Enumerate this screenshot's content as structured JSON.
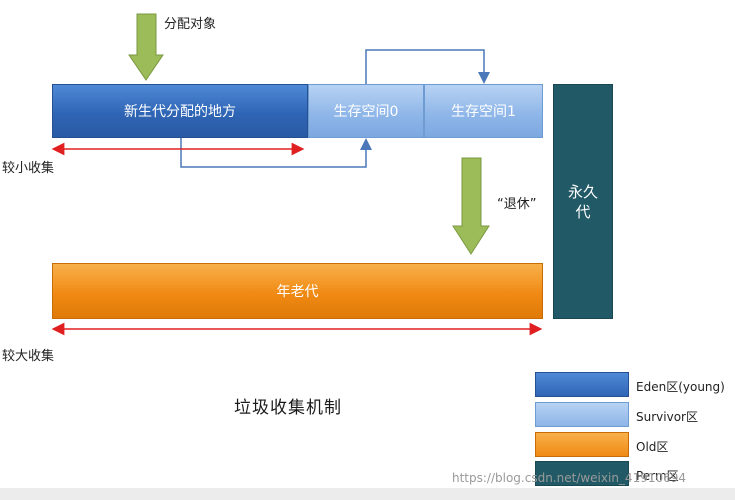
{
  "allocate_label": "分配对象",
  "eden_label": "新生代分配的地方",
  "survivor0_label": "生存空间0",
  "survivor1_label": "生存空间1",
  "perm_char1": "永久",
  "perm_char2": "代",
  "retire_label": "“退休”",
  "minor_gc_label": "较小收集",
  "old_label": "年老代",
  "major_gc_label": "较大收集",
  "title": "垃圾收集机制",
  "legend": [
    {
      "label": "Eden区(young)",
      "color": "#3a74c8"
    },
    {
      "label": "Survivor区",
      "color": "#9cc2ef"
    },
    {
      "label": "Old区",
      "color": "#f28c17"
    },
    {
      "label": "Perm区",
      "color": "#215a66"
    }
  ],
  "watermark": "https://blog.csdn.net/weixin_41910694",
  "colors": {
    "arrow_green": "#9cbb59",
    "arrow_red": "#e02020",
    "connector_blue": "#4a78b8"
  }
}
